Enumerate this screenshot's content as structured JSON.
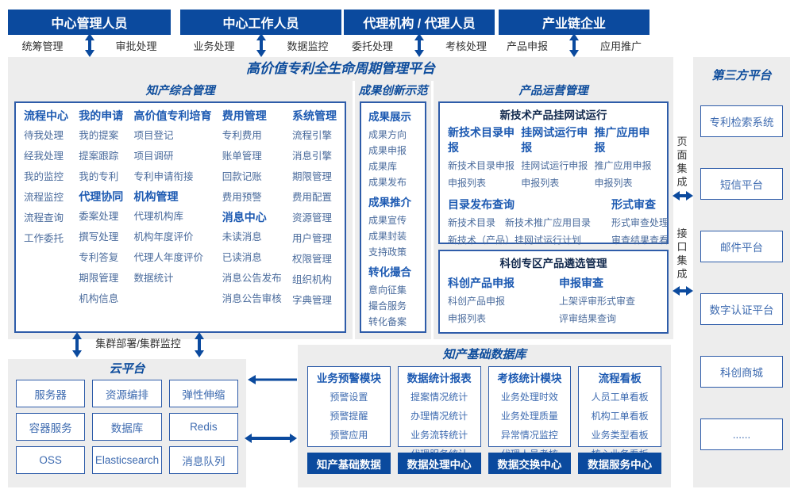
{
  "roles": [
    {
      "title": "中心管理人员",
      "left": "统筹管理",
      "right": "审批处理"
    },
    {
      "title": "中心工作人员",
      "left": "业务处理",
      "right": "数据监控"
    },
    {
      "title": "代理机构 / 代理人员",
      "left": "委托处理",
      "right": "考核处理"
    },
    {
      "title": "产业链企业",
      "left": "产品申报",
      "right": "应用推广"
    }
  ],
  "platform": {
    "title": "高价值专利全生命周期管理平台",
    "sections": {
      "ip_mgmt": {
        "title": "知产综合管理",
        "columns": [
          {
            "groups": [
              {
                "header": "流程中心",
                "items": [
                  "待我处理",
                  "经我处理",
                  "我的监控",
                  "流程监控",
                  "流程查询",
                  "工作委托"
                ]
              }
            ]
          },
          {
            "groups": [
              {
                "header": "我的申请",
                "items": [
                  "我的提案",
                  "提案跟踪",
                  "我的专利"
                ]
              },
              {
                "header": "代理协同",
                "items": [
                  "委案处理",
                  "撰写处理",
                  "专利答复",
                  "期限管理",
                  "机构信息"
                ]
              }
            ]
          },
          {
            "groups": [
              {
                "header": "高价值专利培育",
                "items": [
                  "项目登记",
                  "项目调研",
                  "专利申请衔接"
                ]
              },
              {
                "header": "机构管理",
                "items": [
                  "代理机构库",
                  "机构年度评价",
                  "代理人年度评价",
                  "数据统计"
                ]
              }
            ]
          },
          {
            "groups": [
              {
                "header": "费用管理",
                "items": [
                  "专利费用",
                  "账单管理",
                  "回款记账",
                  "费用预警"
                ]
              },
              {
                "header": "消息中心",
                "items": [
                  "未读消息",
                  "已读消息",
                  "消息公告发布",
                  "消息公告审核"
                ]
              }
            ]
          },
          {
            "groups": [
              {
                "header": "系统管理",
                "items": [
                  "流程引擎",
                  "消息引擎",
                  "期限管理",
                  "费用配置",
                  "资源管理",
                  "用户管理",
                  "权限管理",
                  "组织机构",
                  "字典管理"
                ]
              }
            ]
          }
        ]
      },
      "achievement": {
        "title": "成果创新示范",
        "groups": [
          {
            "header": "成果展示",
            "items": [
              "成果方向",
              "成果申报",
              "成果库",
              "成果发布"
            ]
          },
          {
            "header": "成果推介",
            "items": [
              "成果宣传",
              "成果封装",
              "支持政策"
            ]
          },
          {
            "header": "转化撮合",
            "items": [
              "意向征集",
              "撮合服务",
              "转化备案"
            ]
          }
        ]
      },
      "product_ops": {
        "title": "产品运营管理",
        "box1": {
          "title": "新技术产品挂网试运行",
          "columns": [
            {
              "header": "新技术目录申报",
              "items": [
                "新技术目录申报",
                "申报列表"
              ]
            },
            {
              "header": "挂网试运行申报",
              "items": [
                "挂网试运行申报",
                "申报列表"
              ]
            },
            {
              "header": "推广应用申报",
              "items": [
                "推广应用申报",
                "申报列表"
              ]
            }
          ],
          "catalog": {
            "header": "目录发布查询",
            "items": [
              "新技术目录",
              "新技术推广应用目录",
              "新技术（产品）挂网试运行计划"
            ]
          },
          "review": {
            "header": "形式审查",
            "items": [
              "形式审查处理",
              "审查结果查看"
            ]
          }
        },
        "box2": {
          "title": "科创专区产品遴选管理",
          "columns": [
            {
              "header": "科创产品申报",
              "items": [
                "科创产品申报",
                "申报列表"
              ]
            },
            {
              "header": "申报审查",
              "items": [
                "上架评审形式审查",
                "评审结果查询"
              ]
            }
          ]
        }
      }
    }
  },
  "integration": {
    "page_integration": "页面集成",
    "interface_integration": "接口集成"
  },
  "third_party": {
    "title": "第三方平台",
    "items": [
      "专利检索系统",
      "短信平台",
      "邮件平台",
      "数字认证平台",
      "科创商城",
      "......"
    ]
  },
  "cluster_label": "集群部署/集群监控",
  "cloud": {
    "title": "云平台",
    "items": [
      "服务器",
      "资源编排",
      "弹性伸缩",
      "容器服务",
      "数据库",
      "Redis",
      "OSS",
      "Elasticsearch",
      "消息队列"
    ]
  },
  "data_library": {
    "title": "知产基础数据库",
    "modules": [
      {
        "header": "业务预警模块",
        "items": [
          "预警设置",
          "预警提醒",
          "预警应用"
        ],
        "footer": "知产基础数据"
      },
      {
        "header": "数据统计报表",
        "items": [
          "提案情况统计",
          "办理情况统计",
          "业务流转统计",
          "代理服务统计"
        ],
        "footer": "数据处理中心"
      },
      {
        "header": "考核统计模块",
        "items": [
          "业务处理时效",
          "业务处理质量",
          "异常情况监控",
          "代理人员考核"
        ],
        "footer": "数据交换中心"
      },
      {
        "header": "流程看板",
        "items": [
          "人员工单看板",
          "机构工单看板",
          "业务类型看板",
          "核心业务看板"
        ],
        "footer": "数据服务中心"
      }
    ]
  },
  "colors": {
    "primary": "#0b4a9e",
    "title_blue": "#0d4c9c",
    "header_blue": "#1d5ab2",
    "panel_bg": "#ededed",
    "box_border": "#2e5ca9"
  }
}
